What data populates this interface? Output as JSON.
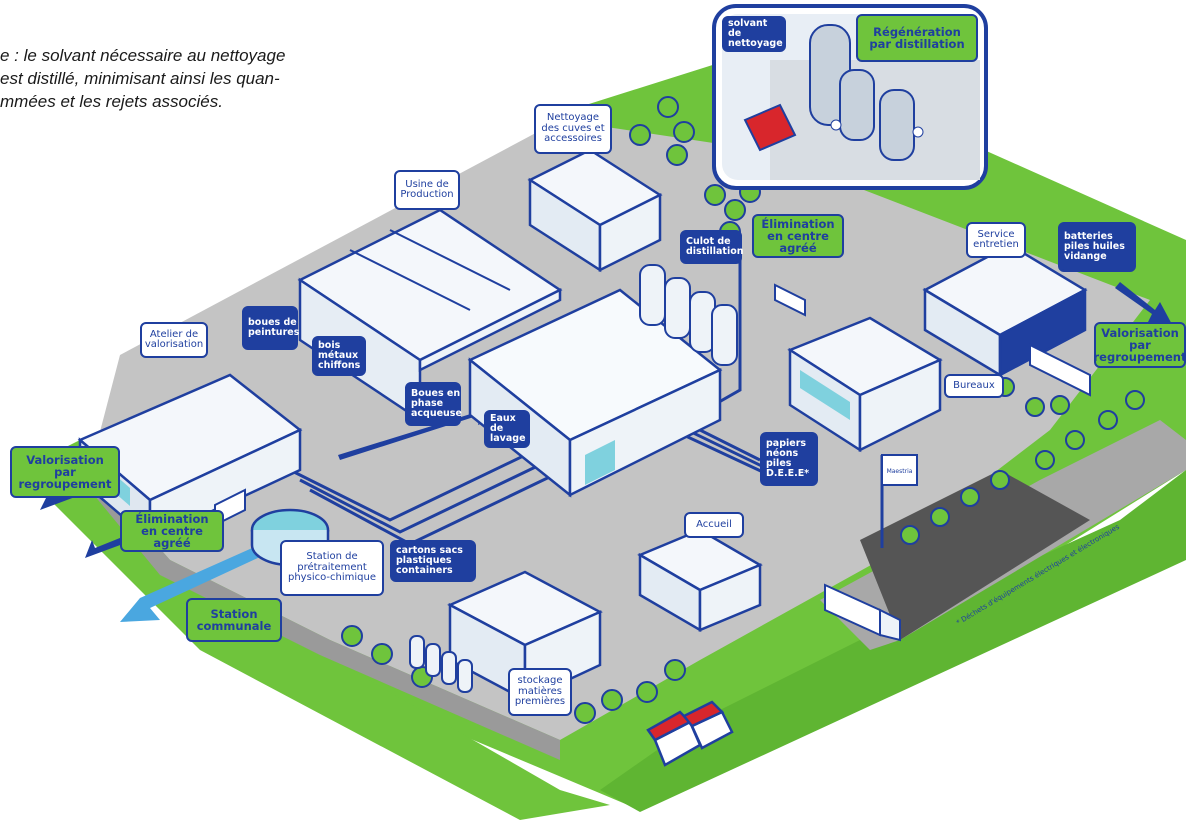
{
  "intro": {
    "line1": "e : le solvant nécessaire au nettoyage",
    "line2": "est distillé, minimisant ainsi les quan-",
    "line3": "mmées et les rejets associés."
  },
  "labels": {
    "nettoyage": "Nettoyage des cuves et accessoires",
    "solvant": "solvant de nettoyage",
    "regeneration": "Régénération par distillation",
    "usine": "Usine de Production",
    "elimination_top": "Élimination en centre agréé",
    "culot": "Culot de distillation",
    "service": "Service entretien",
    "batteries": "batteries piles huiles vidange",
    "atelier": "Atelier de valorisation",
    "boues_peintures": "boues de peintures",
    "bois": "bois métaux chiffons",
    "boues_phase": "Boues en phase acqueuse",
    "eaux": "Eaux de lavage",
    "valorisation_right": "Valorisation par regroupement",
    "bureaux": "Bureaux",
    "papiers": "papiers néons piles D.E.E.E*",
    "valorisation_left": "Valorisation par regroupement",
    "elimination_left": "Élimination en centre agréé",
    "station_pre": "Station de prétraitement physico-chimique",
    "cartons": "cartons sacs plastiques containers",
    "accueil": "Accueil",
    "station_communale": "Station communale",
    "stockage": "stockage matières premières"
  },
  "brand": "Maestria",
  "footnote": "* Déchets d'équipements électriques et électroniques",
  "colors": {
    "navy": "#1f3f9f",
    "grass": "#6fc43c",
    "road": "#bdbdbd",
    "building": "#f4f7fb",
    "glass": "#7fd1de",
    "arrow": "#1f3f9f",
    "light_arrow": "#4aa7e0",
    "roof_red": "#d8262c"
  }
}
